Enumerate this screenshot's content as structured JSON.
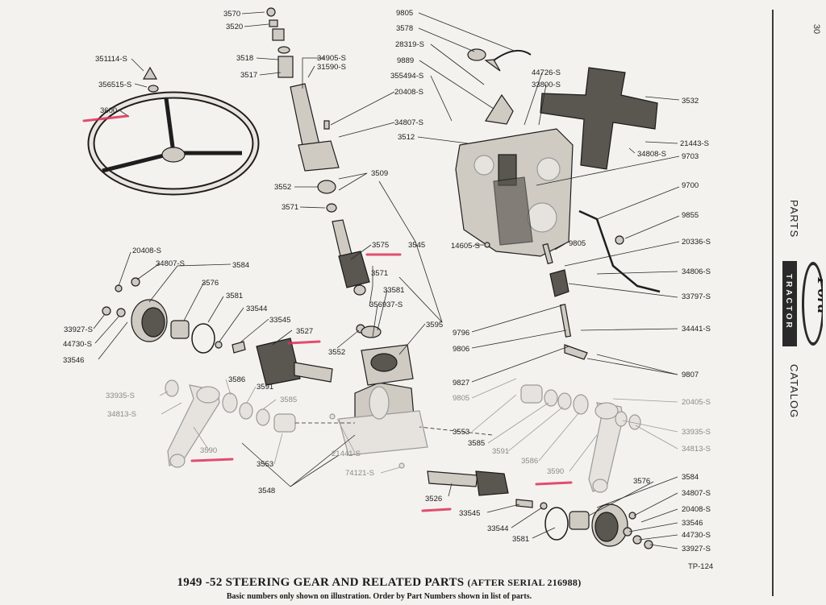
{
  "page_number": "30",
  "side_labels": {
    "top": "PARTS",
    "bottom": "CATALOG"
  },
  "logo_text": {
    "brand": "Ford",
    "band": "TRACTOR"
  },
  "figure_code": "TP-124",
  "caption": {
    "title": "1949 -52 STEERING GEAR AND RELATED PARTS",
    "subtitle": "(AFTER SERIAL 216988)",
    "note": "Basic numbers only shown on illustration. Order by Part Numbers shown in list of parts."
  },
  "highlight_color": "#e0305a",
  "part_numbers": {
    "n3570": "3570",
    "n3520": "3520",
    "n351114S": "351114-S",
    "n356515S": "356515-S",
    "n3600": "3600",
    "n3518": "3518",
    "n34905S": "34905-S",
    "n31590S": "31590-S",
    "n3517": "3517",
    "n9805a": "9805",
    "n3578": "3578",
    "n28319S": "28319-S",
    "n9889": "9889",
    "n355494S": "355494-S",
    "n20408Sa": "20408-S",
    "n34807Sa": "34807-S",
    "n3512": "3512",
    "n44726S": "44726-S",
    "n33800S": "33800-S",
    "n3532": "3532",
    "n21443S": "21443-S",
    "n34808S": "34808-S",
    "n9703": "9703",
    "n9700": "9700",
    "n9855": "9855",
    "n3509": "3509",
    "n3552a": "3552",
    "n3571a": "3571",
    "n14605S": "14605-S",
    "n20336S": "20336-S",
    "n9805b": "9805",
    "n3575": "3575",
    "n3545": "3545",
    "n3571b": "3571",
    "n33581": "33581",
    "n356937S": "356937-S",
    "n3595": "3595",
    "n34806S": "34806-S",
    "n33797S": "33797-S",
    "n20408Sb": "20408-S",
    "n34807Sb": "34807-S",
    "n3584a": "3584",
    "n3576a": "3576",
    "n3581a": "3581",
    "n33544a": "33544",
    "n33545a": "33545",
    "n3527": "3527",
    "n3552b": "3552",
    "n33927Sa": "33927-S",
    "n44730Sa": "44730-S",
    "n33546a": "33546",
    "n9796": "9796",
    "n9806": "9806",
    "n34441S": "34441-S",
    "n9827": "9827",
    "n9807": "9807",
    "n9805c": "9805",
    "n20405S": "20405-S",
    "n3586a": "3586",
    "n3591a": "3591",
    "n33935Sa": "33935-S",
    "n3585a": "3585",
    "n34813Sa": "34813-S",
    "n3590a": "3590",
    "n3553a": "3553",
    "n3585b": "3585",
    "n3591b": "3591",
    "n3586b": "3586",
    "n3590b": "3590",
    "n33935Sb": "33935-S",
    "n34813Sb": "34813-S",
    "n3553b": "3553",
    "n21441S": "21441-S",
    "n74121S": "74121-S",
    "n3548": "3548",
    "n3584b": "3584",
    "n3576b": "3576",
    "n34807Sc": "34807-S",
    "n20408Sc": "20408-S",
    "n33546b": "33546",
    "n44730Sb": "44730-S",
    "n33927Sb": "33927-S",
    "n3526": "3526",
    "n33545b": "33545",
    "n33544b": "33544",
    "n3581b": "3581"
  }
}
